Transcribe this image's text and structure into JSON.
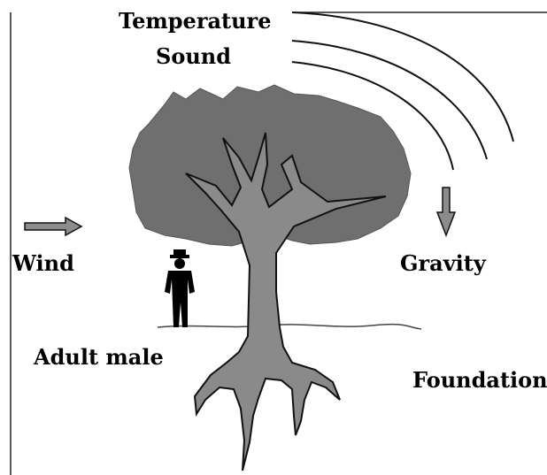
{
  "labels": {
    "temperature": "Temperature",
    "sound": "Sound",
    "wind": "Wind",
    "gravity": "Gravity",
    "adult_male": "Adult male",
    "foundation": "Foundation"
  },
  "colors": {
    "canopy": "#6f6f6f",
    "trunk": "#8a8a8a",
    "outline": "#111111",
    "arrow_fill": "#8c8c8c",
    "silhouette": "#000000"
  }
}
